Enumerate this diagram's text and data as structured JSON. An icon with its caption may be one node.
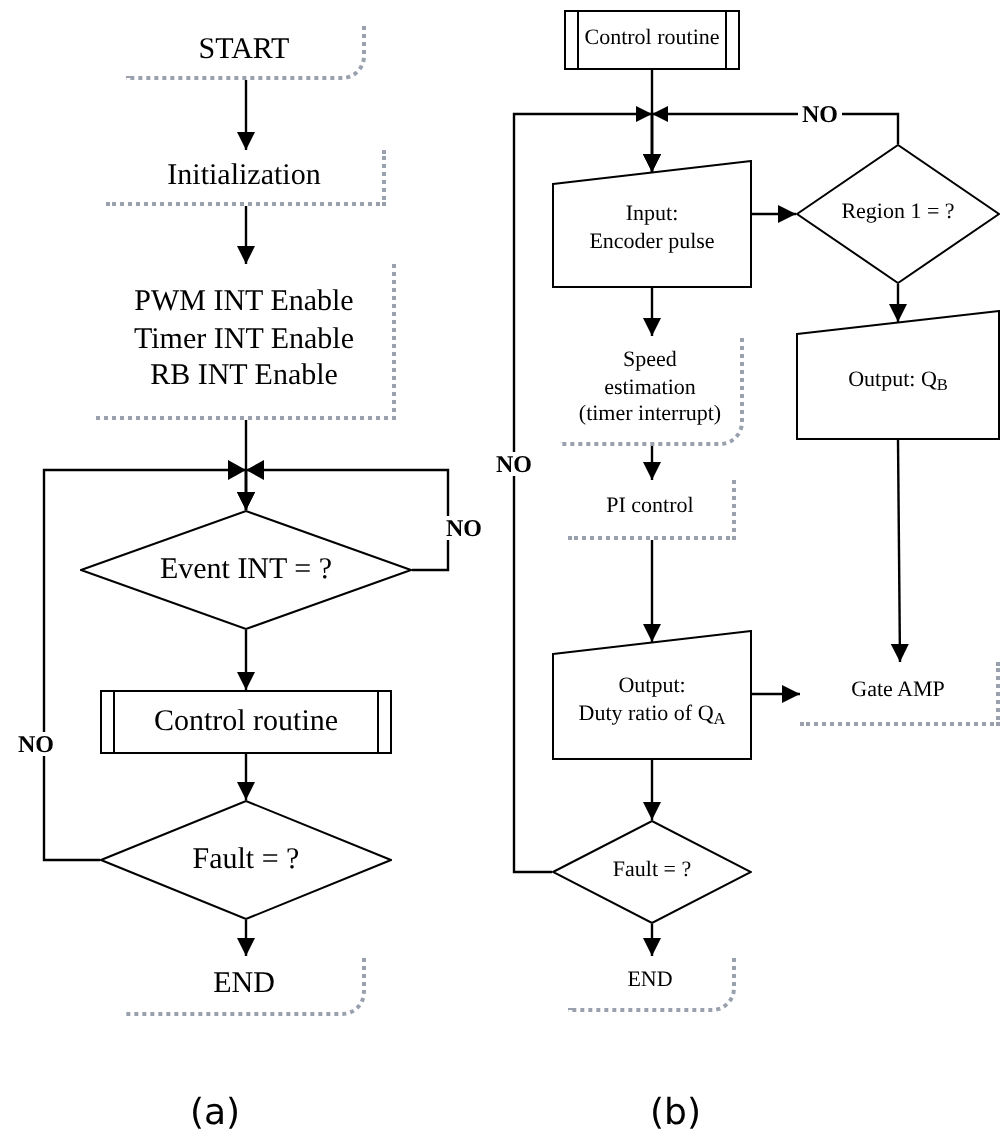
{
  "diagram": {
    "nodes": [
      {
        "text": [
          "START"
        ]
      },
      {
        "text": [
          "Initialization"
        ]
      },
      {
        "text": [
          "PWM INT Enable",
          "Timer INT Enable",
          "RB INT Enable"
        ]
      },
      {
        "text": [
          "Event INT = ?"
        ]
      },
      {
        "text": [
          "Control routine"
        ]
      },
      {
        "text": [
          "Fault = ?"
        ]
      },
      {
        "text": [
          "END"
        ]
      },
      {
        "text": [
          "Control routine"
        ]
      },
      {
        "text": [
          "Input:",
          "Encoder pulse"
        ]
      },
      {
        "text": [
          "Region 1 = ?"
        ]
      },
      {
        "text": [
          "Speed estimation (timer interrupt)"
        ]
      },
      {
        "text": [
          "Output: Q$_{B}$"
        ]
      },
      {
        "text": [
          "PI control"
        ]
      },
      {
        "text": [
          "Output:",
          "Duty ratio of Q$_{A}$"
        ]
      },
      {
        "text": [
          "Gate AMP"
        ]
      },
      {
        "text": [
          "Fault = ?"
        ]
      },
      {
        "text": [
          "END"
        ]
      }
    ],
    "edges": [
      {
        "from": 0,
        "to": 1,
        "arrow": "to"
      },
      {
        "from": 1,
        "to": 2,
        "arrow": "to"
      },
      {
        "from": 2,
        "to": 3,
        "arrow": "to"
      },
      {
        "from": 3,
        "to": 3,
        "arrow": "to",
        "label": "NO"
      },
      {
        "from": 3,
        "to": 4,
        "arrow": "to"
      },
      {
        "from": 4,
        "to": 5,
        "arrow": "to"
      },
      {
        "from": 5,
        "to": 3,
        "arrow": "to",
        "label": "NO"
      },
      {
        "from": 5,
        "to": 6,
        "arrow": "to"
      },
      {
        "from": 7,
        "to": 8,
        "arrow": "to"
      },
      {
        "from": 8,
        "to": 9,
        "arrow": "to"
      },
      {
        "from": 8,
        "to": 10,
        "arrow": "to"
      },
      {
        "from": 10,
        "to": 12,
        "arrow": "to"
      },
      {
        "from": 12,
        "to": 13,
        "arrow": "to"
      },
      {
        "from": 13,
        "to": 15,
        "arrow": "to"
      },
      {
        "from": 15,
        "to": 16,
        "arrow": "to"
      },
      {
        "from": 15,
        "to": 8,
        "arrow": "to",
        "label": "NO"
      },
      {
        "from": 9,
        "to": 8,
        "arrow": "to",
        "label": "NO"
      },
      {
        "from": 9,
        "to": 11,
        "arrow": "to"
      },
      {
        "from": 11,
        "to": 14,
        "arrow": "to"
      },
      {
        "from": 13,
        "to": 14,
        "arrow": "to"
      }
    ],
    "labels": [
      "(a)",
      "(b)"
    ]
  }
}
